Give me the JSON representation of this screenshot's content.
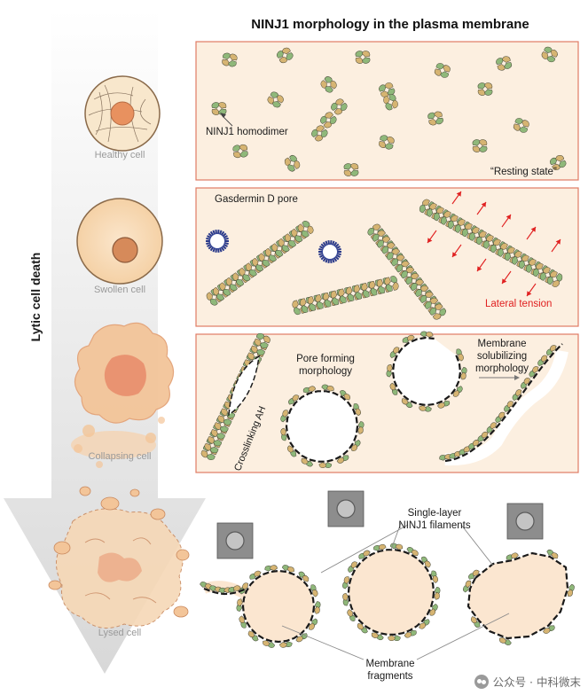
{
  "title": "NINJ1 morphology in the plasma membrane",
  "arrow_label": "Lytic cell death",
  "stages": [
    {
      "label": "Healthy cell"
    },
    {
      "label": "Swollen cell"
    },
    {
      "label": "Collapsing cell"
    },
    {
      "label": "Lysed cell"
    }
  ],
  "panel1": {
    "homodimer_label": "NINJ1 homodimer",
    "state_label": "“Resting state”"
  },
  "panel2": {
    "pore_label": "Gasdermin D pore",
    "tension_label": "Lateral tension"
  },
  "panel3": {
    "pore_forming": [
      "Pore forming",
      "morphology"
    ],
    "solubilizing": [
      "Membrane",
      "solubilizing",
      "morphology"
    ],
    "crosslinking": "Crosslinking AH"
  },
  "panel4": {
    "filaments": [
      "Single-layer",
      "NINJ1 filaments"
    ],
    "fragments": [
      "Membrane",
      "fragments"
    ]
  },
  "watermark": "公众号 · 中科微末",
  "colors": {
    "panel_fill": "#fcefe0",
    "panel_border": "#e07b64",
    "green": "#8fb87a",
    "tan": "#d6b472",
    "tension": "#e02020",
    "cell_fill": "#f7d9b3",
    "nucleus": "#e3a077"
  }
}
